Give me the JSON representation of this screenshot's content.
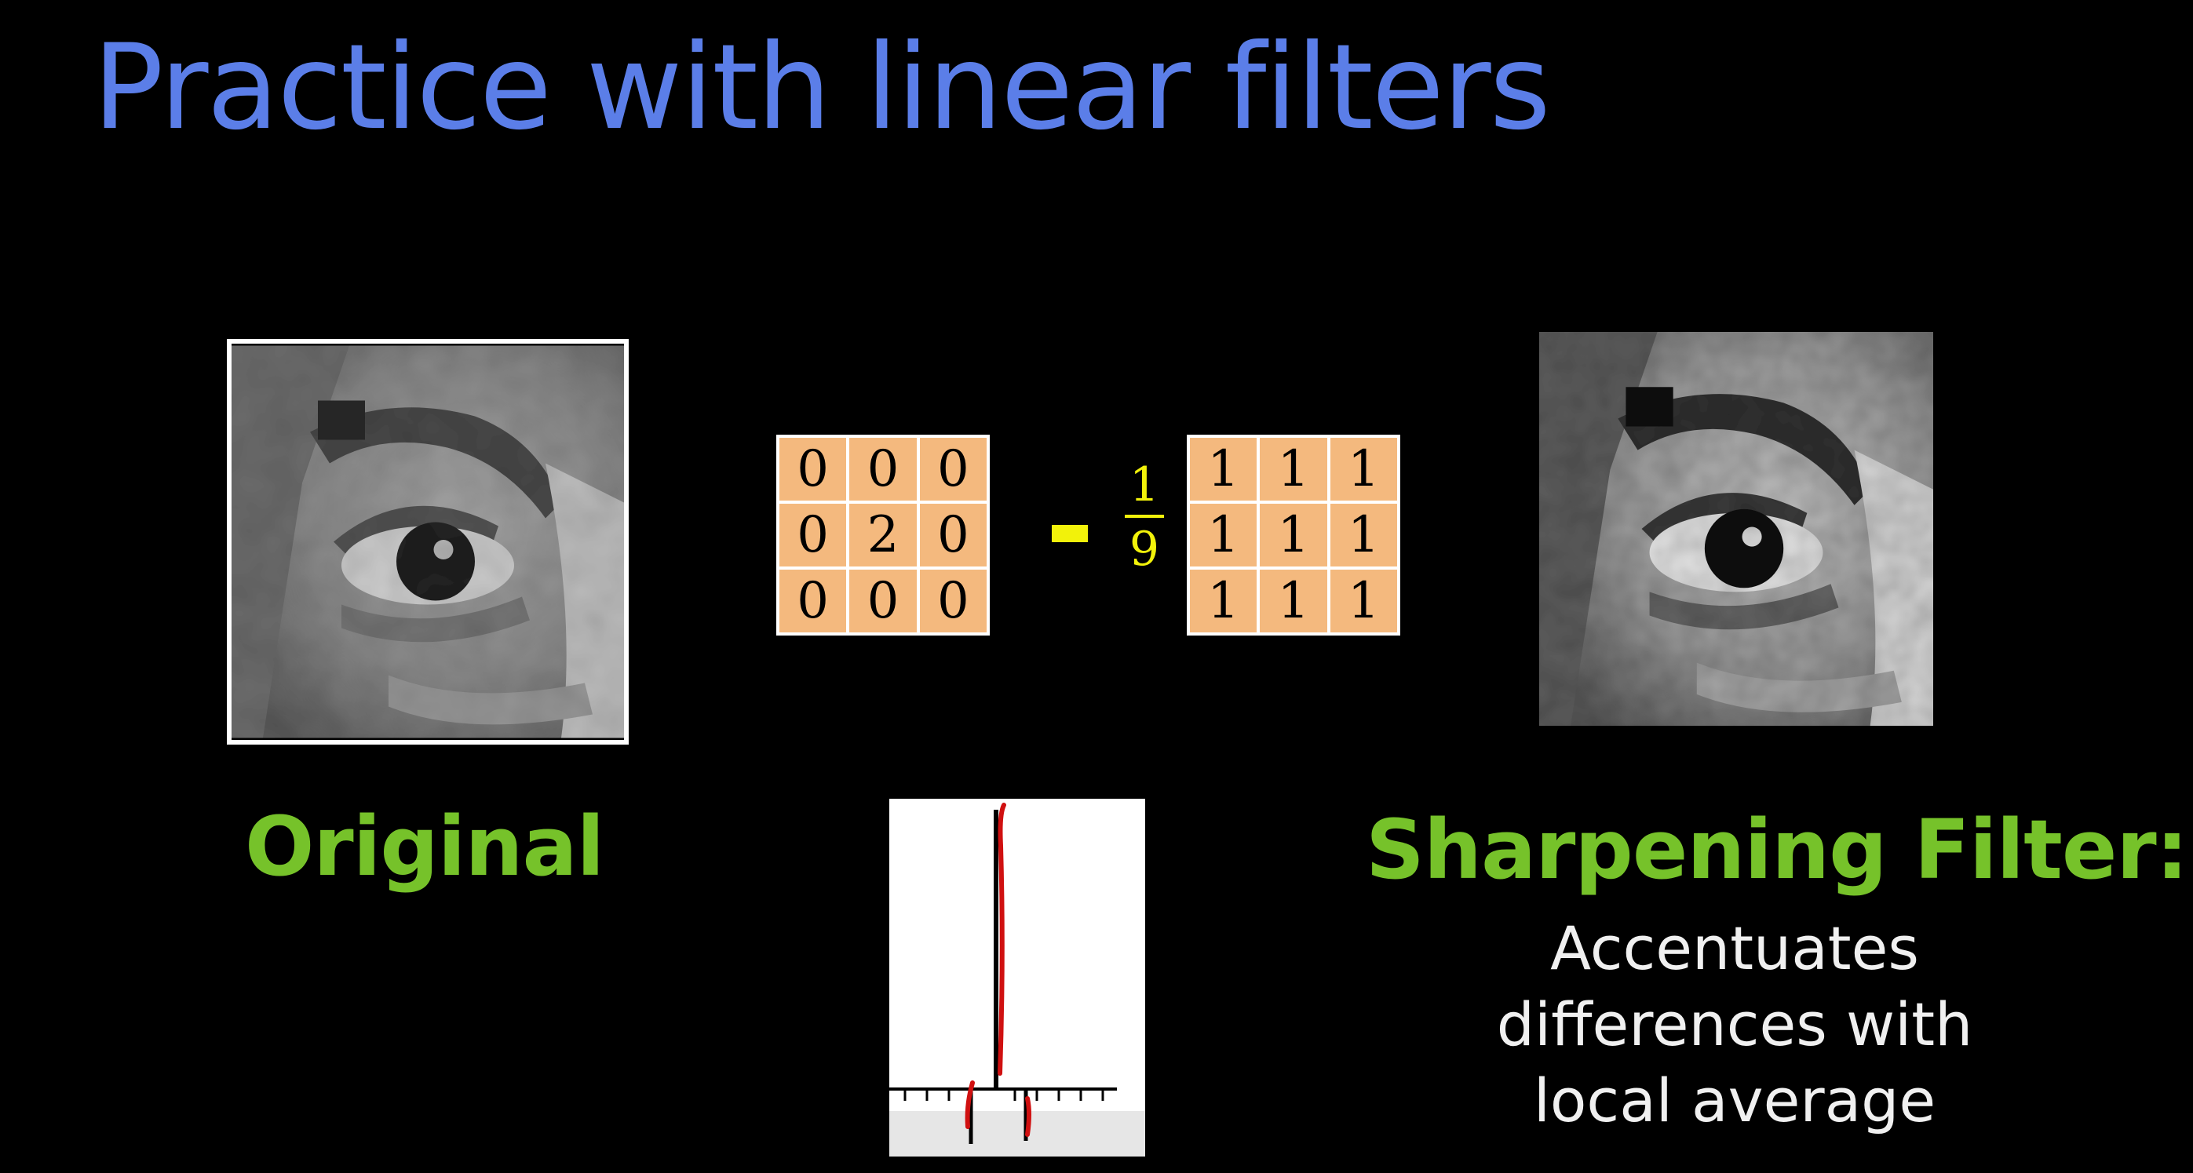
{
  "slide": {
    "title": "Practice with linear filters",
    "original_label": "Original",
    "result_label": "Sharpening Filter:",
    "result_description": [
      "Accentuates",
      "differences with",
      "local average"
    ]
  },
  "kernel_left": [
    [
      "0",
      "0",
      "0"
    ],
    [
      "0",
      "2",
      "0"
    ],
    [
      "0",
      "0",
      "0"
    ]
  ],
  "operator": "-",
  "fraction": {
    "numerator": "1",
    "denominator": "9"
  },
  "kernel_right": [
    [
      "1",
      "1",
      "1"
    ],
    [
      "1",
      "1",
      "1"
    ],
    [
      "1",
      "1",
      "1"
    ]
  ],
  "colors": {
    "title": "#5b7ee8",
    "label_green": "#76c22a",
    "kernel_fill": "#f4b97e",
    "operator_yellow": "#f2f20a",
    "sketch_red": "#d01010"
  },
  "images": {
    "original": {
      "icon": "eye-photo-grayscale"
    },
    "sharpened": {
      "icon": "eye-photo-grayscale-sharpened"
    }
  }
}
